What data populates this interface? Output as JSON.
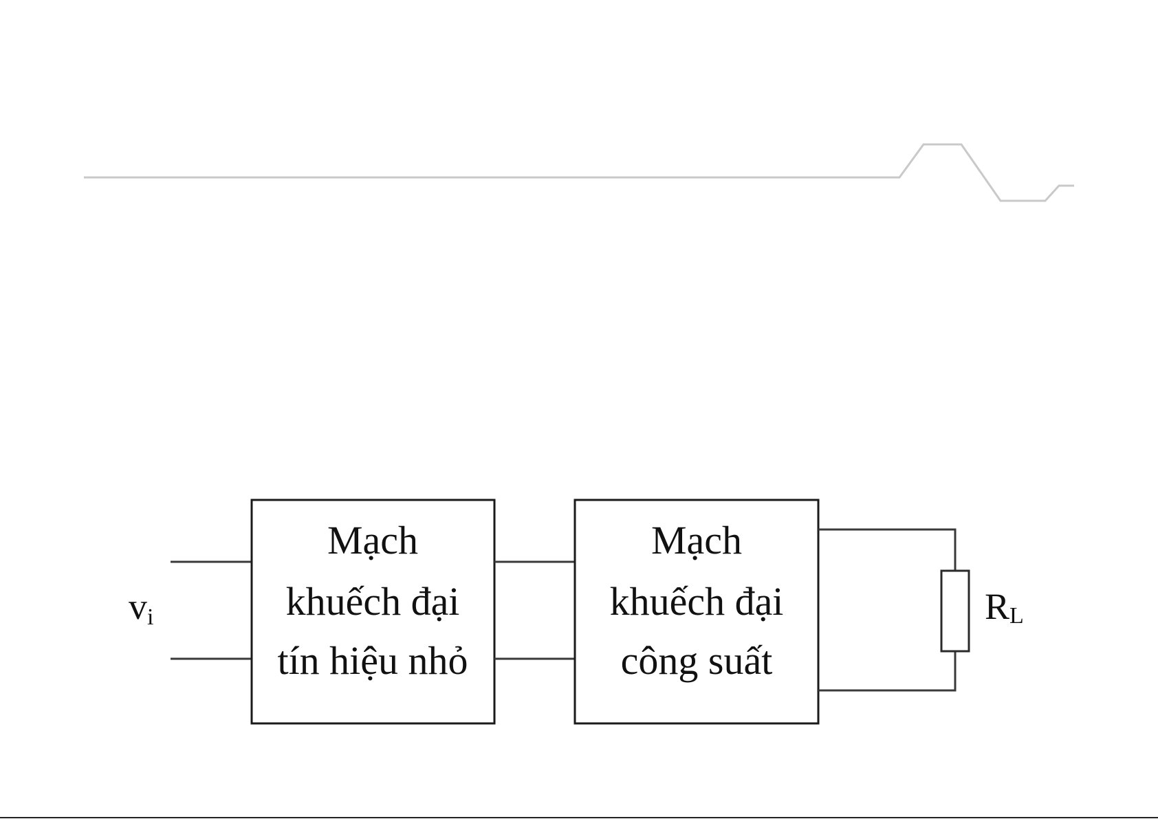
{
  "blocks": [
    {
      "lines": [
        "Mạch",
        "khuếch đại",
        "tín hiệu nhỏ"
      ]
    },
    {
      "lines": [
        "Mạch",
        "khuếch đại",
        "công suất"
      ]
    }
  ],
  "input_label": {
    "main": "v",
    "sub": "i"
  },
  "load_label": {
    "main": "R",
    "sub": "L"
  },
  "colors": {
    "line": "#3a3a3a",
    "box_border": "#1a1a1a",
    "decor_line": "#c9c9c9",
    "background": "#ffffff"
  }
}
